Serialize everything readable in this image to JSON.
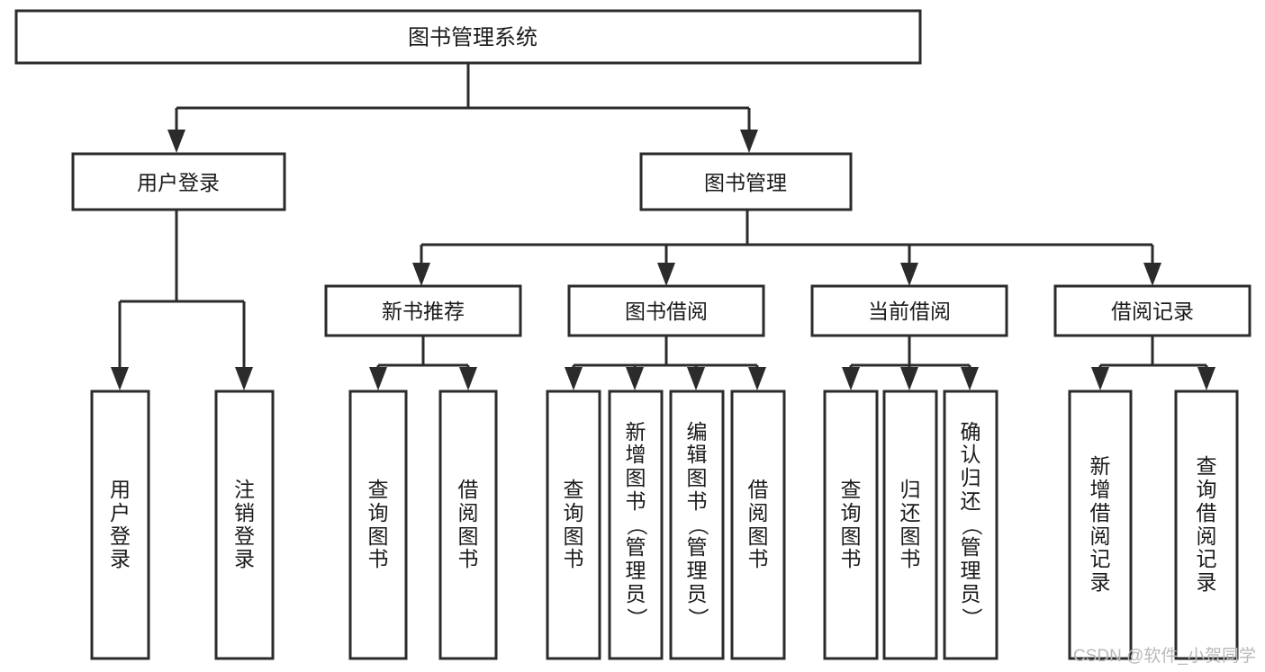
{
  "diagram": {
    "type": "tree-hierarchy-flowchart",
    "title_node": {
      "label": "图书管理系统"
    },
    "level2": [
      {
        "label": "用户登录"
      },
      {
        "label": "图书管理"
      }
    ],
    "level3": [
      {
        "label": "新书推荐"
      },
      {
        "label": "图书借阅"
      },
      {
        "label": "当前借阅"
      },
      {
        "label": "借阅记录"
      }
    ],
    "leaves": {
      "user_login": [
        {
          "label": "用户登录"
        },
        {
          "label": "注销登录"
        }
      ],
      "new_book_recommend": [
        {
          "label": "查询图书"
        },
        {
          "label": "借阅图书"
        }
      ],
      "book_borrow": [
        {
          "label": "查询图书"
        },
        {
          "label": "新增图书（管理员）"
        },
        {
          "label": "编辑图书（管理员）"
        },
        {
          "label": "借阅图书"
        }
      ],
      "current_borrow": [
        {
          "label": "查询图书"
        },
        {
          "label": "归还图书"
        },
        {
          "label": "确认归还（管理员）"
        }
      ],
      "borrow_record": [
        {
          "label": "新增借阅记录"
        },
        {
          "label": "查询借阅记录"
        }
      ]
    },
    "watermark": {
      "text": "CSDN @软件_小贺同学"
    },
    "colors": {
      "stroke": "#2b2b2b",
      "fill": "#ffffff",
      "text": "#1a1a1a",
      "watermark": "#b9b9b9",
      "background": "#ffffff"
    }
  }
}
